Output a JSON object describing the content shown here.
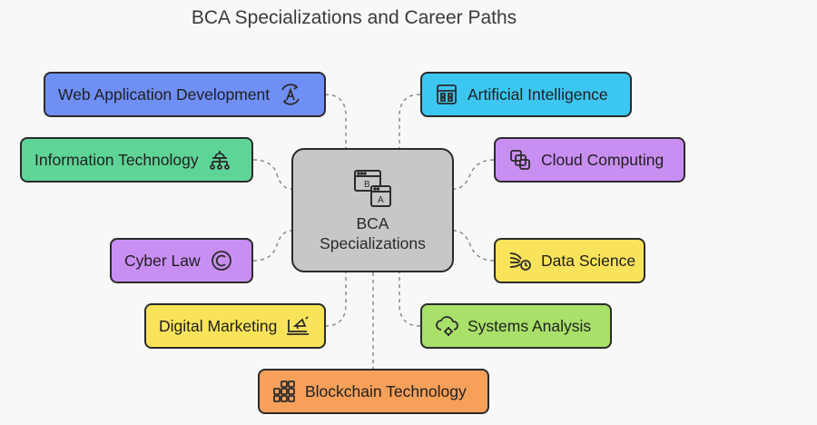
{
  "title": "BCA Specializations and Career Paths",
  "center": {
    "line1": "BCA",
    "line2": "Specializations",
    "icon": "browser-ab-icon"
  },
  "nodes": [
    {
      "key": "web",
      "label": "Web Application Development",
      "icon": "accessibility-icon",
      "color": "#6f8ff5"
    },
    {
      "key": "it",
      "label": "Information Technology",
      "icon": "network-icon",
      "color": "#5fd497"
    },
    {
      "key": "cyber",
      "label": "Cyber Law",
      "icon": "copyright-icon",
      "color": "#c98ef2"
    },
    {
      "key": "digital",
      "label": "Digital Marketing",
      "icon": "megaphone-laptop-icon",
      "color": "#f9e35a"
    },
    {
      "key": "blockchain",
      "label": "Blockchain Technology",
      "icon": "blocks-icon",
      "color": "#f7a05a"
    },
    {
      "key": "ai",
      "label": "Artificial Intelligence",
      "icon": "chip-icon",
      "color": "#3cc7f2"
    },
    {
      "key": "cloud",
      "label": "Cloud Computing",
      "icon": "copy-icon",
      "color": "#c98ef2"
    },
    {
      "key": "data",
      "label": "Data Science",
      "icon": "data-stream-icon",
      "color": "#f9e35a"
    },
    {
      "key": "systems",
      "label": "Systems Analysis",
      "icon": "cloud-gear-icon",
      "color": "#a8e06a"
    }
  ]
}
